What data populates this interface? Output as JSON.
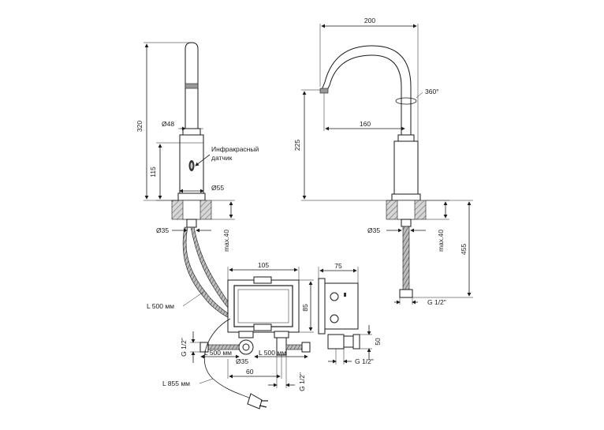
{
  "left_faucet": {
    "height": "320",
    "spout_diameter": "Ø48",
    "sensor_label_1": "Инфракрасный",
    "sensor_label_2": "датчик",
    "body_height": "115",
    "body_diameter": "Ø55",
    "base_diameter": "Ø35",
    "max_thickness": "max.40"
  },
  "right_faucet": {
    "width": "200",
    "rotation": "360°",
    "reach": "160",
    "height": "225",
    "base_diameter": "Ø35",
    "max_thickness": "max.40",
    "total_height": "455",
    "connection": "G 1/2\""
  },
  "control_box": {
    "width": "105",
    "height": "85",
    "depth": "75",
    "side_height": "50",
    "cable_length": "L 500 мм",
    "hose_left": "L 500 мм",
    "hose_right": "L 500 мм",
    "inlet_diameter": "Ø35",
    "inlet_spacing": "60",
    "left_thread": "G 1/2\"",
    "bottom_thread": "G 1/2\"",
    "side_thread": "G 1/2\"",
    "power_cable": "L 855 мм"
  }
}
